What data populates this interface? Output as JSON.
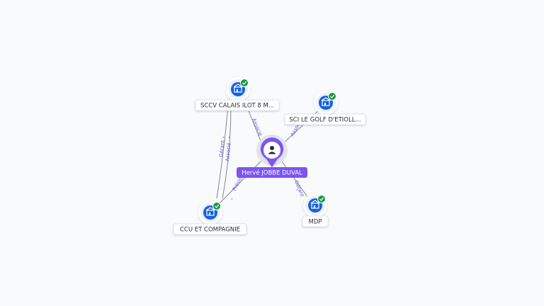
{
  "center": {
    "label": "Hervé JOBBE DUVAL",
    "icon": "person-icon",
    "color": "#7b55f0"
  },
  "companies": [
    {
      "id": "sccv",
      "label": "SCCV CALAIS ILOT 8 M...",
      "icon": "building-icon",
      "badge": "verified-check-icon"
    },
    {
      "id": "sci",
      "label": "SCI LE GOLF D'ETIOLL...",
      "icon": "building-icon",
      "badge": "verified-check-icon"
    },
    {
      "id": "ccu",
      "label": "CCU ET COMPAGNIE",
      "icon": "building-icon",
      "badge": "verified-check-icon"
    },
    {
      "id": "mdp",
      "label": "MDP",
      "icon": "building-icon",
      "badge": "verified-check-icon"
    }
  ],
  "edges": [
    {
      "from": "center",
      "to": "sccv",
      "label": "Associé"
    },
    {
      "from": "center",
      "to": "sci",
      "label": "Associé"
    },
    {
      "from": "center",
      "to": "ccu",
      "label": "Président"
    },
    {
      "from": "center",
      "to": "mdp",
      "label": "Gérant"
    },
    {
      "from": "sccv",
      "to": "ccu",
      "label": "Gérant"
    },
    {
      "from": "sccv",
      "to": "ccu",
      "label": "Associé"
    }
  ],
  "colors": {
    "company_icon": "#1464e0",
    "badge": "#1a9a4a",
    "edge": "#7d8593",
    "edge_label": "#6a5ad0"
  }
}
